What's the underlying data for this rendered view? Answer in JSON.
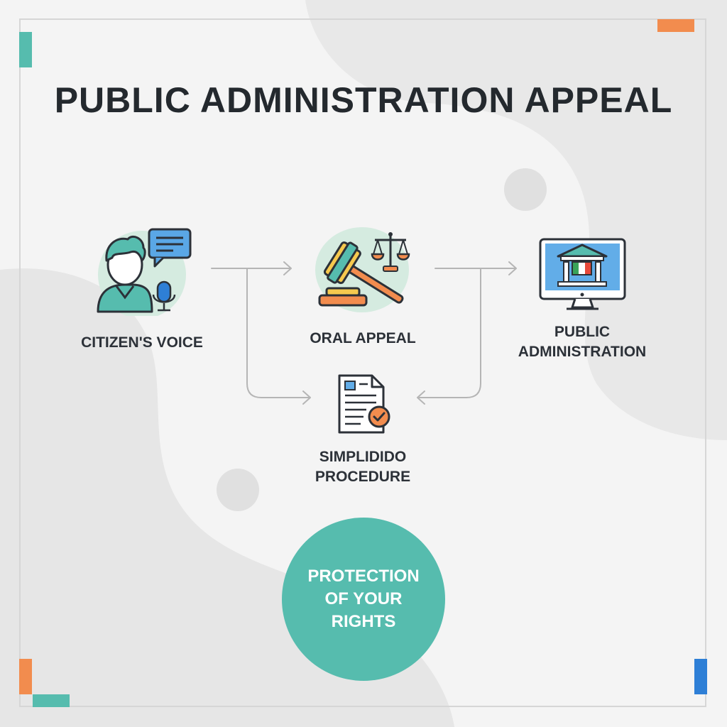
{
  "title": "PUBLIC ADMINISTRATION APPEAL",
  "nodes": {
    "citizen": {
      "label": "CITIZEN'S VOICE",
      "icon": "citizen-speaking-icon"
    },
    "oral": {
      "label": "ORAL APPEAL",
      "icon": "gavel-scales-icon"
    },
    "admin": {
      "line1": "PUBLIC",
      "line2": "ADMINISTRATION",
      "icon": "government-building-monitor-icon"
    },
    "procedure": {
      "line1": "SIMPLIDIDO",
      "line2": "PROCEDURE",
      "icon": "document-check-icon"
    }
  },
  "rights": {
    "line1": "PROTECTION",
    "line2": "OF YOUR RIGHTS"
  },
  "colors": {
    "teal": "#56bcae",
    "orange": "#f28c4e",
    "blue": "#2e7fd6",
    "text": "#24292e",
    "connector": "#b5b5b5"
  }
}
